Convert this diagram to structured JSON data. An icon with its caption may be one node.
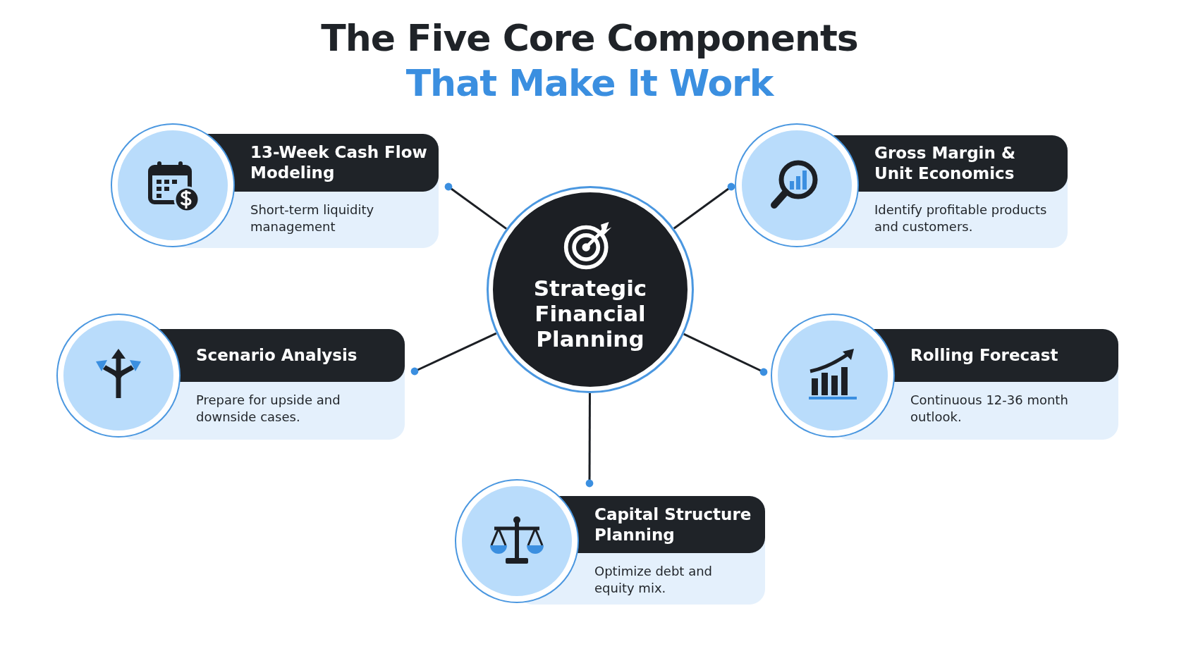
{
  "diagram": {
    "title": "The Five Core Components",
    "labels": [
      "That Make It Work"
    ],
    "nodes": [
      {
        "text": [
          "Strategic Financial Planning"
        ]
      },
      {
        "text": [
          "13-Week Cash Flow Modeling",
          "Short-term liquidity management"
        ]
      },
      {
        "text": [
          "Gross Margin & Unit Economics",
          "Identify profitable products and customers."
        ]
      },
      {
        "text": [
          "Scenario Analysis",
          "Prepare for upside and downside cases."
        ]
      },
      {
        "text": [
          "Rolling Forecast",
          "Continuous 12-36 month outlook."
        ]
      },
      {
        "text": [
          "Capital Structure Planning",
          "Optimize debt and equity mix."
        ]
      }
    ],
    "edges": [
      {
        "from": 0,
        "to": 1,
        "arrow": "other"
      },
      {
        "from": 0,
        "to": 2,
        "arrow": "other"
      },
      {
        "from": 0,
        "to": 3,
        "arrow": "other"
      },
      {
        "from": 0,
        "to": 4,
        "arrow": "other"
      },
      {
        "from": 0,
        "to": 5,
        "arrow": "other"
      }
    ]
  }
}
